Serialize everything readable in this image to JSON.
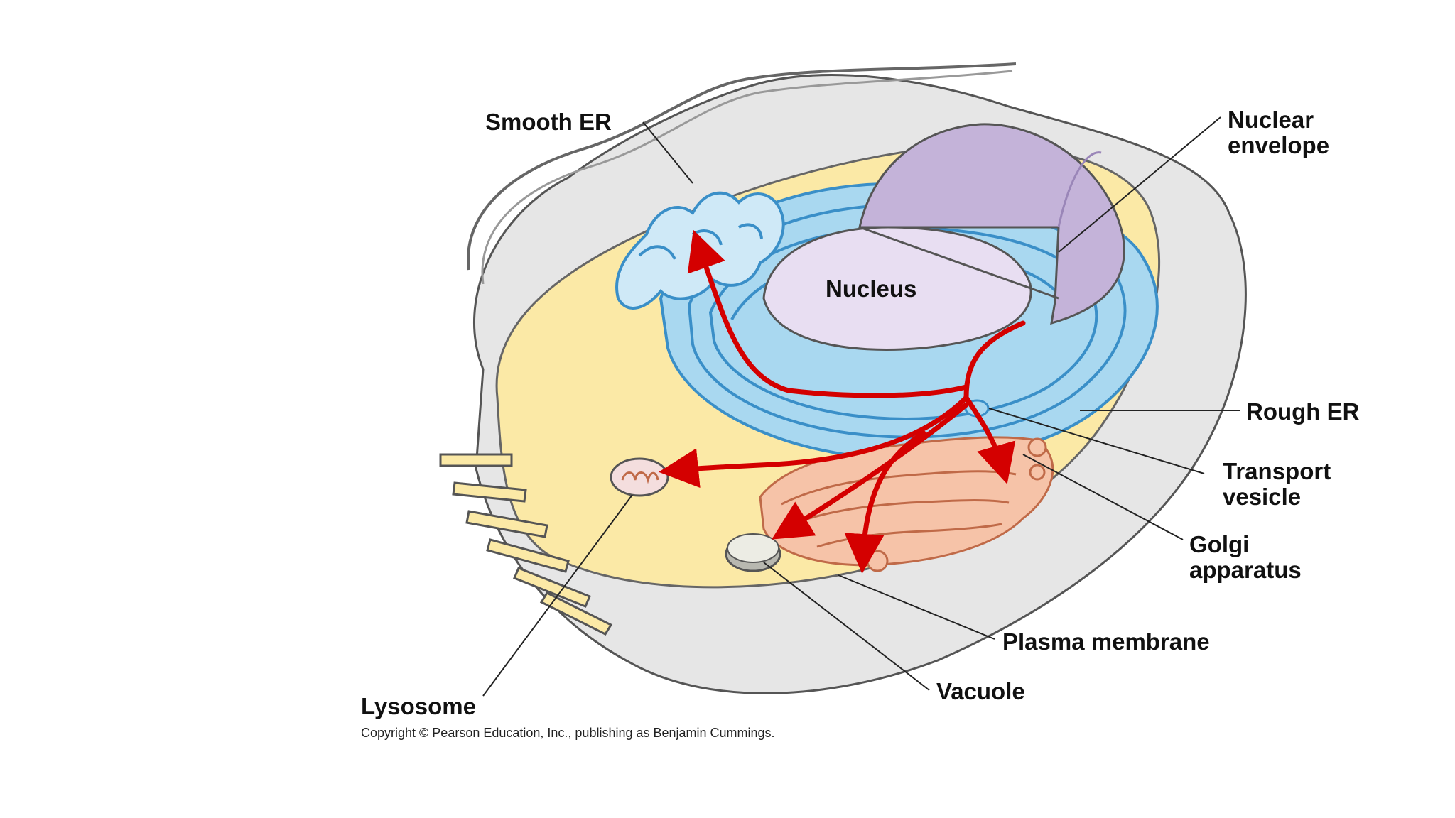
{
  "diagram": {
    "labels": {
      "smooth_er": "Smooth ER",
      "nuclear_envelope_line1": "Nuclear",
      "nuclear_envelope_line2": "envelope",
      "nucleus": "Nucleus",
      "rough_er": "Rough ER",
      "transport_vesicle_line1": "Transport",
      "transport_vesicle_line2": "vesicle",
      "golgi_line1": "Golgi",
      "golgi_line2": "apparatus",
      "plasma_membrane": "Plasma membrane",
      "vacuole": "Vacuole",
      "lysosome": "Lysosome"
    },
    "copyright": "Copyright © Pearson Education, Inc., publishing as Benjamin Cummings."
  },
  "colors": {
    "cytoplasm": "#fbe9a6",
    "cell_outer": "#e6e6e6",
    "er": "#a9d8f0",
    "er_stroke": "#3a8fc8",
    "golgi": "#f6c3a8",
    "nucleus": "#c4b3d9",
    "arrow": "#d40000"
  }
}
